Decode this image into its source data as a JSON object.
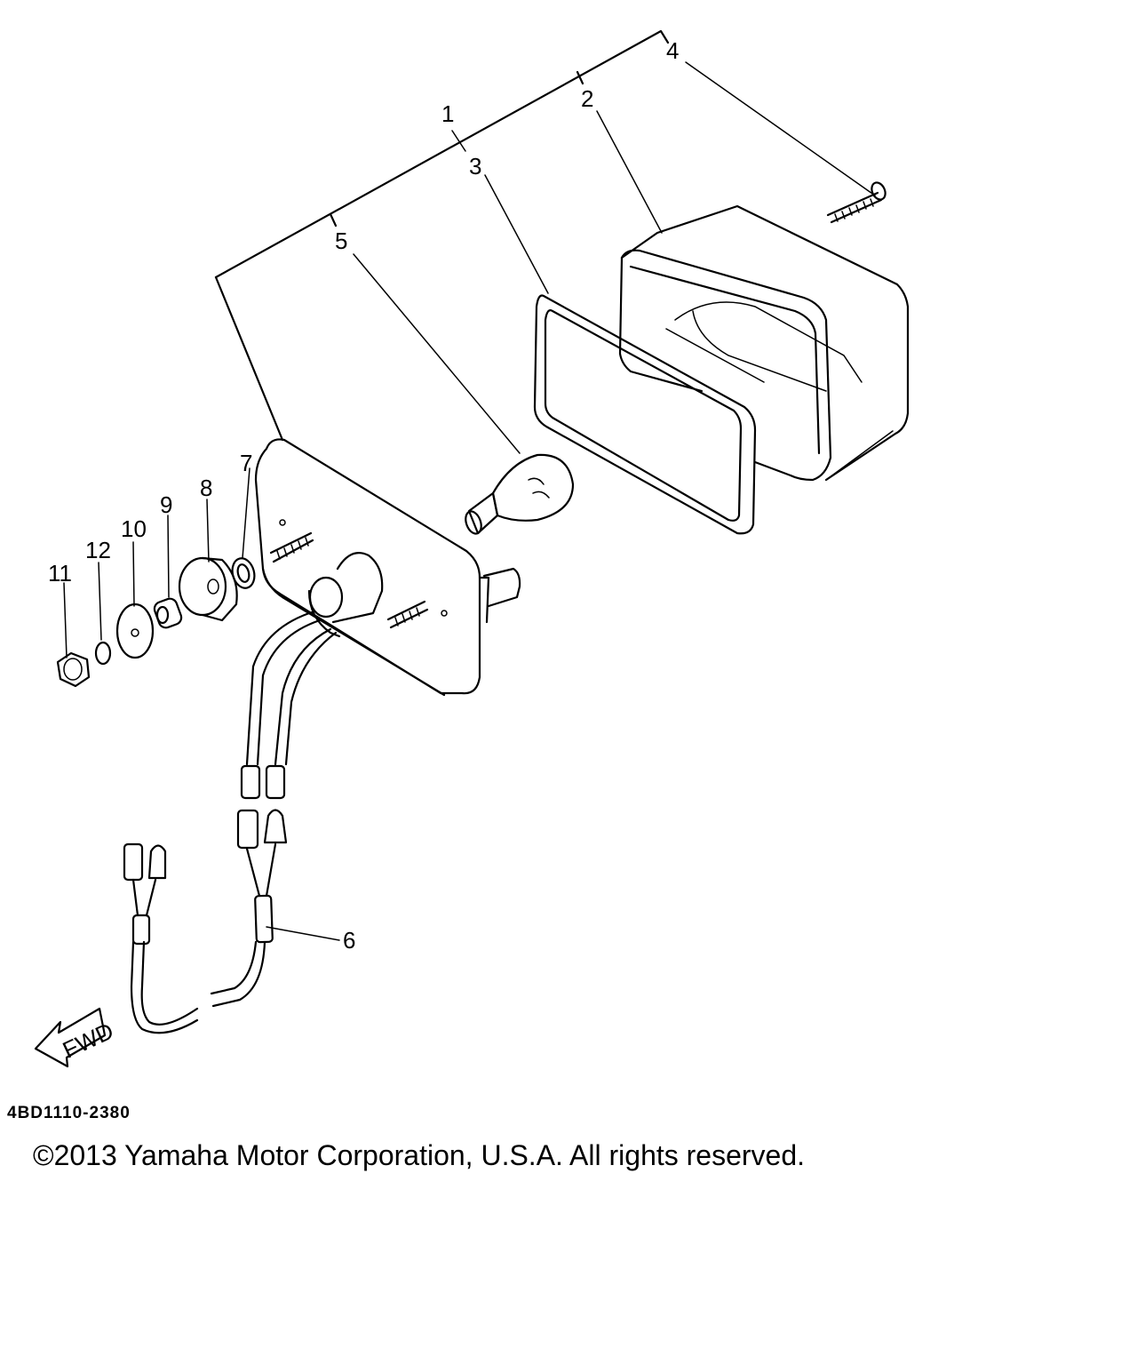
{
  "diagram": {
    "code": "4BD1110-2380",
    "copyright": "©2013 Yamaha Motor Corporation, U.S.A. All rights reserved.",
    "direction_label": "FWD",
    "callouts": [
      "1",
      "2",
      "3",
      "4",
      "5",
      "6",
      "7",
      "8",
      "9",
      "10",
      "11",
      "12"
    ]
  },
  "colors": {
    "ink": "#000000",
    "background": "#ffffff"
  }
}
